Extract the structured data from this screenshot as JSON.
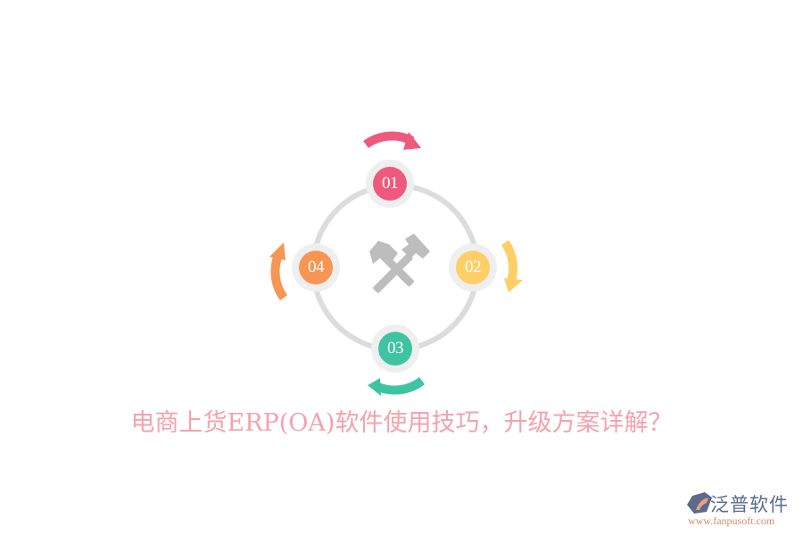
{
  "diagram": {
    "center_icon": "crossed-hammers-icon",
    "ring_color": "#dcdcdc",
    "steps": [
      {
        "label": "01",
        "color": "#ee5a7e",
        "arrow": "clockwise-arrow-top"
      },
      {
        "label": "02",
        "color": "#fecf67",
        "arrow": "clockwise-arrow-right"
      },
      {
        "label": "03",
        "color": "#3fc4a2",
        "arrow": "clockwise-arrow-bottom"
      },
      {
        "label": "04",
        "color": "#f79553",
        "arrow": "clockwise-arrow-left"
      }
    ]
  },
  "title": "电商上货ERP(OA)软件使用技巧，升级方案详解？",
  "logo": {
    "name": "泛普软件",
    "url": "www.fanpusoft.com"
  }
}
